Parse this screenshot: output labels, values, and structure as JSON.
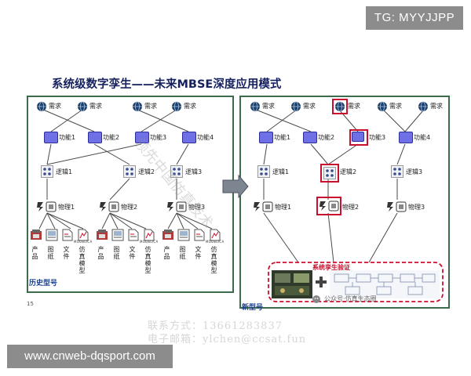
{
  "tags": {
    "top_right": "TG: MYYJJPP",
    "bottom_left": "www.cnweb-dqsport.com"
  },
  "slide": {
    "title": "系统级数字孪生——未来MBSE深度应用模式",
    "page_number": "15",
    "left_panel_label": "历史型号",
    "right_panel_label": "新型号"
  },
  "diagram_left": {
    "requirements": [
      "需求",
      "需求",
      "需求",
      "需求"
    ],
    "functions": [
      "功能1",
      "功能2",
      "功能3",
      "功能4"
    ],
    "logic": [
      "逻辑1",
      "逻辑2",
      "逻辑3"
    ],
    "physical": [
      "物理1",
      "物理2",
      "物理3"
    ],
    "artifacts": [
      "产品",
      "图纸",
      "文件",
      "仿真模型"
    ],
    "modelica_mark": "MODELICA"
  },
  "diagram_right": {
    "requirements": [
      "需求",
      "需求",
      "需求",
      "需求",
      "需求"
    ],
    "functions": [
      "功能1",
      "功能2",
      "功能3",
      "功能4"
    ],
    "logic": [
      "逻辑1",
      "逻辑2",
      "逻辑3"
    ],
    "physical": [
      "物理1",
      "物理2",
      "物理3"
    ],
    "verification_label": "系统孪生验证",
    "wechat_mark": "公众号·仿真生态圈"
  },
  "watermark": "领先中国仿真技术",
  "contact": {
    "phone_line": "联系方式：13661283837",
    "email_line": "电子邮箱：ylchen@ccsat.fun"
  },
  "colors": {
    "border": "#3d6b4d",
    "highlight": "#c8102e",
    "title": "#16225e",
    "panel_label": "#1b3f8a",
    "function_fill": "#6f6fe6",
    "requirement_fill": "#1f3f6b",
    "gray_tag": "#8c8c8c"
  }
}
